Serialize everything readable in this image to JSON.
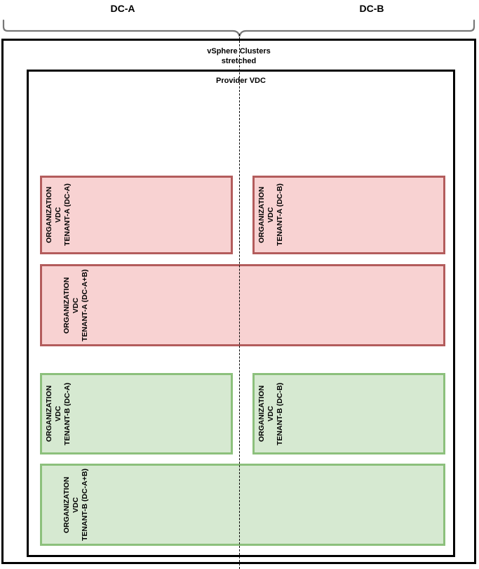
{
  "header": {
    "dc_a_label": "DC-A",
    "dc_b_label": "DC-B",
    "brace_name": "datacenter-span-brace"
  },
  "cluster": {
    "title": "vSphere Clusters\nstretched"
  },
  "provider": {
    "title": "Provider VDC"
  },
  "colors": {
    "tenant_a_border": "#b35c5c",
    "tenant_a_fill": "#f8d2d2",
    "tenant_b_border": "#8cc07c",
    "tenant_b_fill": "#d6e9d1",
    "outline": "#000000",
    "brace": "#777777"
  },
  "org_vdcs": [
    {
      "id": "tenant-a-dc-a",
      "label": "ORGANIZATION\nVDC\nTENANT-A (DC-A)",
      "tenant": "TENANT-A",
      "scope": "DC-A",
      "color": "pink"
    },
    {
      "id": "tenant-a-dc-b",
      "label": "ORGANIZATION\nVDC\nTENANT-A (DC-B)",
      "tenant": "TENANT-A",
      "scope": "DC-B",
      "color": "pink"
    },
    {
      "id": "tenant-a-dc-a-b",
      "label": "ORGANIZATION\nVDC\nTENANT-A (DC-A+B)",
      "tenant": "TENANT-A",
      "scope": "DC-A+B",
      "color": "pink"
    },
    {
      "id": "tenant-b-dc-a",
      "label": "ORGANIZATION\nVDC\nTENANT-B (DC-A)",
      "tenant": "TENANT-B",
      "scope": "DC-A",
      "color": "green"
    },
    {
      "id": "tenant-b-dc-b",
      "label": "ORGANIZATION\nVDC\nTENANT-B (DC-B)",
      "tenant": "TENANT-B",
      "scope": "DC-B",
      "color": "green"
    },
    {
      "id": "tenant-b-dc-a-b",
      "label": "ORGANIZATION\nVDC\nTENANT-B (DC-A+B)",
      "tenant": "TENANT-B",
      "scope": "DC-A+B",
      "color": "green"
    }
  ]
}
